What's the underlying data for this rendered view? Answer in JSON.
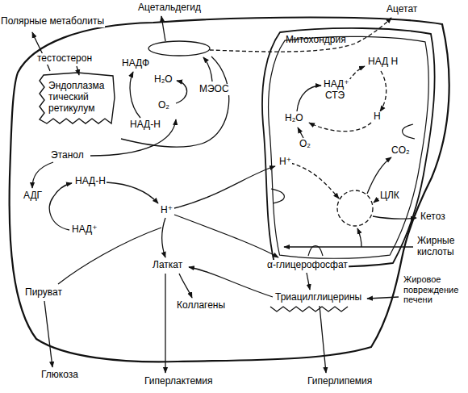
{
  "diagram": {
    "nodes": [
      {
        "text": [
          "Эндоплазма тический ретикулум"
        ]
      },
      {
        "text": [
          "Митохондрия"
        ]
      }
    ],
    "labels": [
      "Ацетальдегид",
      "Полярные метаболиты",
      "Ацетат",
      "тестостерон",
      "НАДФ",
      "H₂O",
      "МЭОС",
      "O₂",
      "НАД-Н",
      "НАД Н",
      "НАД⁺",
      "СТЭ",
      "Н",
      "H₂O",
      "O₂",
      "H⁺",
      "CO₂",
      "Этанол",
      "НАД-Н",
      "АДГ",
      "H⁺",
      "НАД⁺",
      "ЦЛК",
      "Кетоз",
      "Жирные кислоты",
      "Жировое повреждение печени",
      "Латкат",
      "α-глицерофосфат",
      "Пируват",
      "Коллагены",
      "Триацилглицерины",
      "Глюкоза",
      "Гиперлактемия",
      "Гиперлипемия"
    ]
  }
}
